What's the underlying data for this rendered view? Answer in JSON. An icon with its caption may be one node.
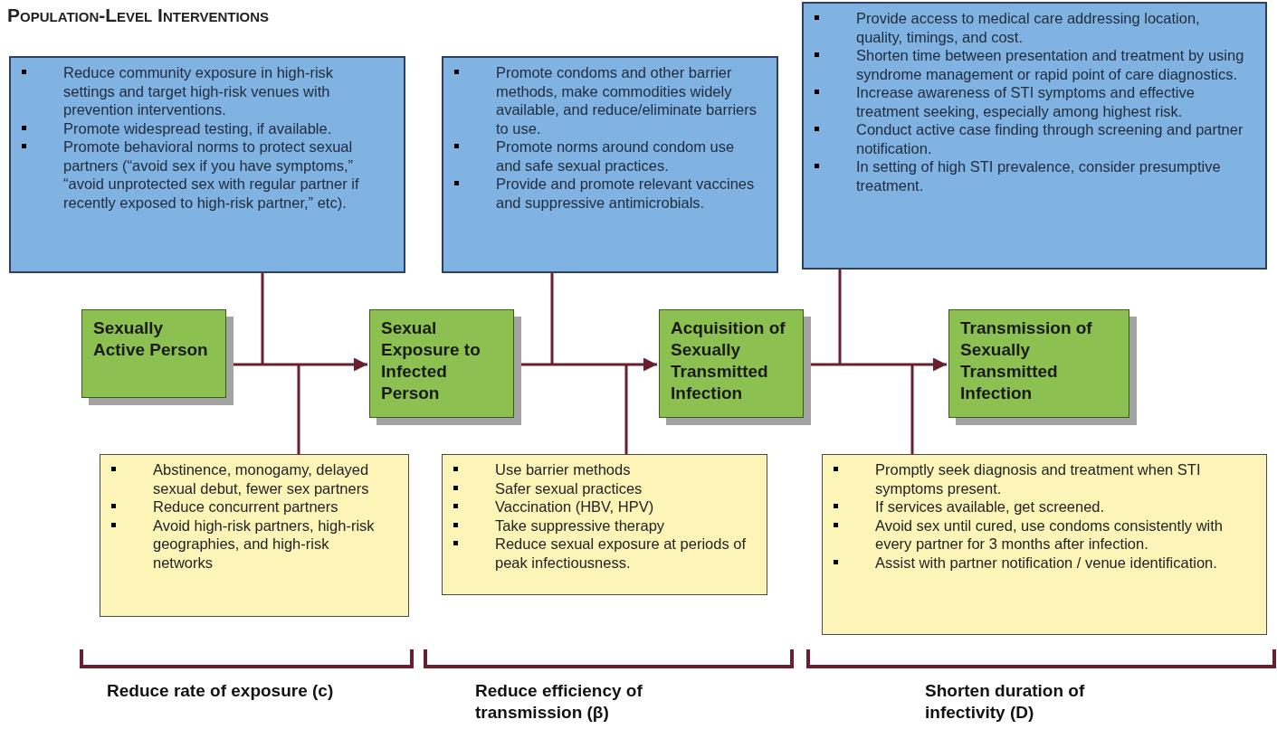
{
  "diagram": {
    "title": "Population-Level Interventions",
    "nodes": [
      {
        "text": [
          "Sexually Active Person"
        ]
      },
      {
        "text": [
          "Sexual Exposure to Infected Person"
        ]
      },
      {
        "text": [
          "Acquisition of Sexually Transmitted Infection"
        ]
      },
      {
        "text": [
          "Transmission of Sexually Transmitted Infection"
        ]
      },
      {
        "text": [
          "Reduce community exposure in high-risk settings and target high-risk venues with prevention interventions.",
          "Promote widespread testing, if available.",
          "Promote behavioral norms to protect sexual partners (“avoid sex if you have symptoms,” “avoid unprotected sex with regular partner if recently exposed to high-risk partner,” etc)."
        ]
      },
      {
        "text": [
          "Promote condoms and other barrier methods, make commodities widely available, and reduce/eliminate barriers to use.",
          "Promote norms around condom use and safe sexual practices.",
          "Provide and promote relevant vaccines and suppressive antimicrobials."
        ]
      },
      {
        "text": [
          "Provide access to medical care addressing location, quality, timings, and cost.",
          "Shorten time between presentation and treatment by using syndrome management or rapid point of care diagnostics.",
          "Increase awareness of STI symptoms and effective treatment seeking, especially among highest risk.",
          "Conduct active case finding through screening and partner notification.",
          "In setting of high STI prevalence, consider presumptive treatment."
        ]
      },
      {
        "text": [
          "Abstinence, monogamy, delayed sexual debut, fewer sex partners",
          "Reduce concurrent partners",
          "Avoid high-risk partners, high-risk geographies, and high-risk networks"
        ]
      },
      {
        "text": [
          "Use barrier methods",
          "Safer sexual practices",
          "Vaccination (HBV, HPV)",
          "Take suppressive therapy",
          "Reduce sexual exposure at periods of peak infectiousness."
        ]
      },
      {
        "text": [
          "Promptly seek diagnosis and treatment when STI symptoms present.",
          "If services available, get screened.",
          "Avoid sex until cured, use condoms consistently with every partner for 3 months after infection.",
          "Assist with partner notification / venue identification."
        ]
      }
    ],
    "edges": [
      {
        "from": 0,
        "to": 1,
        "arrow": "to"
      },
      {
        "from": 1,
        "to": 2,
        "arrow": "to"
      },
      {
        "from": 2,
        "to": 3,
        "arrow": "to"
      },
      {
        "from": 4,
        "to": null,
        "arrow": "none"
      },
      {
        "from": 5,
        "to": null,
        "arrow": "none"
      },
      {
        "from": 6,
        "to": null,
        "arrow": "none"
      },
      {
        "from": 7,
        "to": null,
        "arrow": "none"
      },
      {
        "from": 8,
        "to": null,
        "arrow": "none"
      },
      {
        "from": 9,
        "to": null,
        "arrow": "none"
      }
    ],
    "labels": [
      "Reduce rate of exposure (c)",
      "Reduce efficiency of transmission (β)",
      "Shorten duration of infectivity (D)"
    ]
  }
}
